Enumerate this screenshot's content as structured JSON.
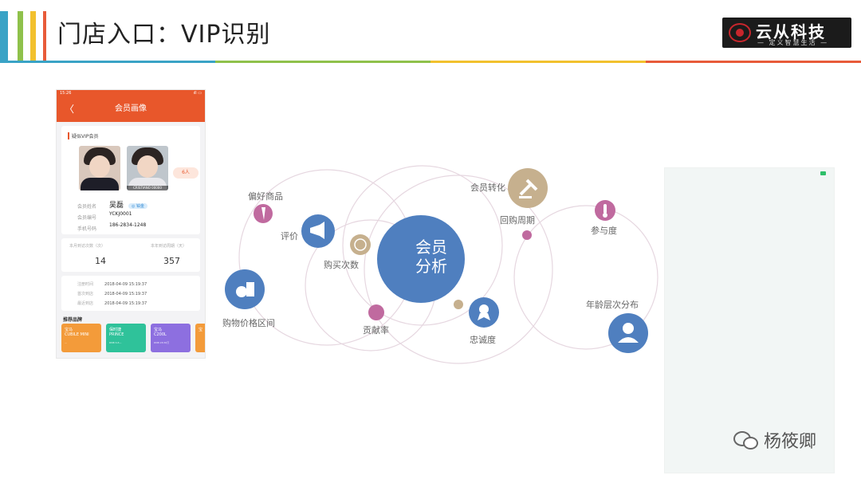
{
  "header": {
    "title": "门店入口：VIP识别",
    "logo": {
      "name": "云从科技",
      "slogan": "— 定义智慧生活 —"
    },
    "bar_colors": [
      "#3aa3c6",
      "#8fc14b",
      "#f2c12e",
      "#e85b3a"
    ],
    "rule_colors": [
      "#3aa3c6",
      "#8fc14b",
      "#f2c12e",
      "#e85b3a"
    ]
  },
  "phone": {
    "status_time": "15:26",
    "status_icons": "ıll ▭",
    "screen_title": "会员画像",
    "back_glyph": "〈",
    "vip_section_label": "疑似VIP会员",
    "face_tag": "CRISTIANO 00000",
    "people_count": "6人",
    "member": {
      "name_label": "会员姓名",
      "name": "吴磊",
      "vip_tag": "◎ 铂金",
      "id_label": "会员编号",
      "id": "YCKJ0001",
      "phone_label": "手机号码",
      "phone": "186-2834-1248"
    },
    "visits": {
      "month_label": "本月到访次数（次）",
      "month_value": "14",
      "year_label": "本年到访周期（天）",
      "year_value": "357"
    },
    "times": [
      {
        "label": "注册时间",
        "value": "2018-04-09 15:19:37"
      },
      {
        "label": "首次到店",
        "value": "2018-04-09 15:19:37"
      },
      {
        "label": "最近到店",
        "value": "2018-04-09 15:19:37"
      }
    ],
    "recommend_label": "推荐品牌",
    "brands": [
      {
        "name": "宝马",
        "sub": "CUBILE MINI",
        "note": "—",
        "color": "#f39b3a"
      },
      {
        "name": "保时捷",
        "sub": "PRINCE",
        "note": "RMB 6.8—",
        "color": "#2fc29a"
      },
      {
        "name": "宝马",
        "sub": "C200L",
        "note": "RMB 28.58万",
        "color": "#8d6fe0"
      },
      {
        "name": "宝",
        "sub": "",
        "note": "",
        "color": "#f39b3a"
      }
    ]
  },
  "diagram": {
    "center": [
      "会员",
      "分析"
    ],
    "labels": {
      "favorite": "偏好商品",
      "review": "评价",
      "purchase_count": "购买次数",
      "conversion": "会员转化",
      "repurchase": "回购周期",
      "engagement": "参与度",
      "price_range": "购物价格区间",
      "contribution": "贡献率",
      "loyalty": "忠诚度",
      "age_distribution": "年龄层次分布"
    },
    "colors": {
      "center": "#4f7fbf",
      "blue_node": "#4f7fbf",
      "tan_node": "#c6b08e",
      "pink_node": "#c06a9f",
      "ring": "#e6d7e0"
    }
  },
  "watermark": {
    "author": "杨筱卿"
  }
}
